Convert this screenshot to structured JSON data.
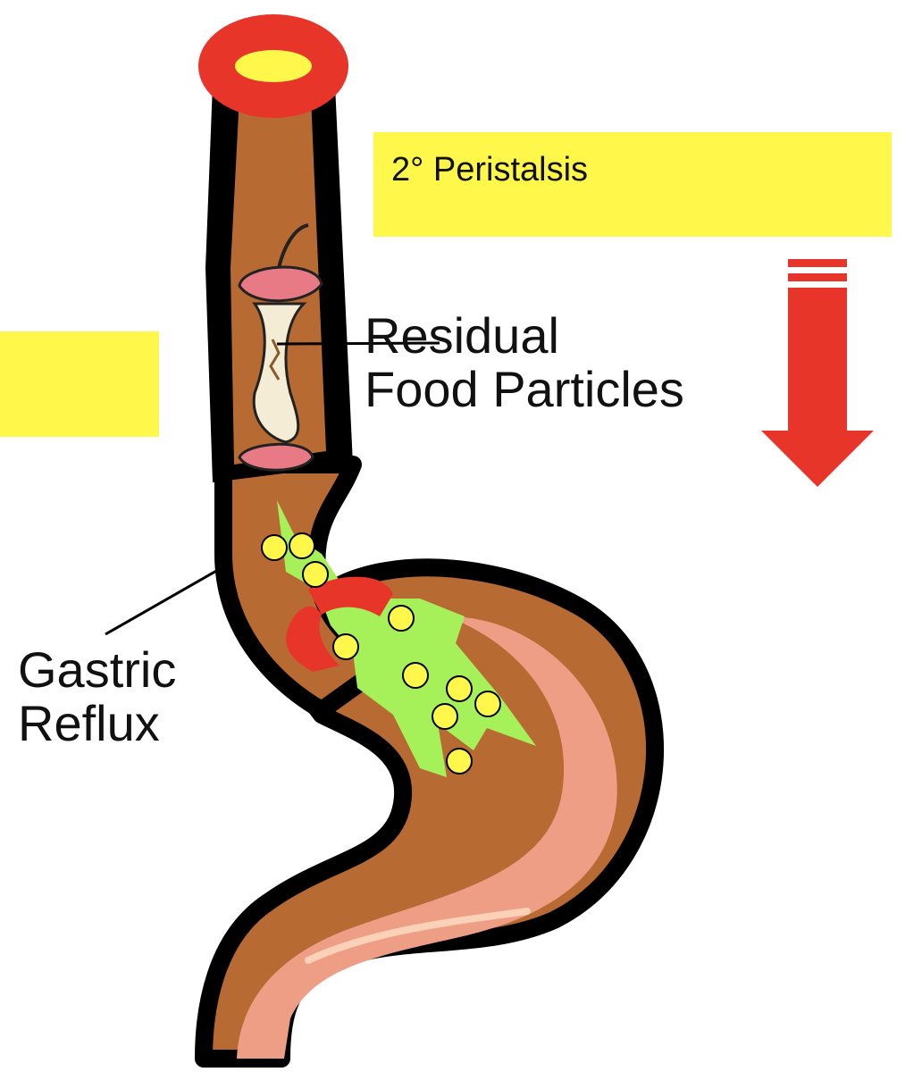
{
  "labels": {
    "peristalsis": "2° Peristalsis",
    "residual_line1": "Residual",
    "residual_line2": "Food Particles",
    "gastric_line1": "Gastric",
    "gastric_line2": "Reflux"
  },
  "colors": {
    "label_box": "#fff84a",
    "arrow": "#e8352a",
    "sphincter": "#e8352a",
    "tissue": "#b86a33",
    "mucosa": "#ef9e86",
    "reflux": "#a6f05a",
    "particles": "#fff84a",
    "outline": "#000000"
  },
  "icons": [
    "apple-core-icon",
    "down-arrow-icon"
  ]
}
